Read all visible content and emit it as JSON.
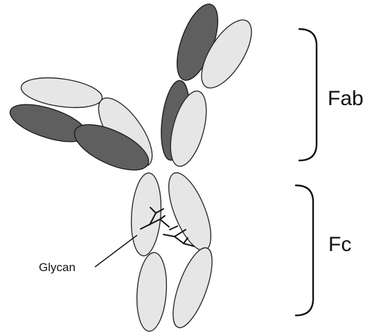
{
  "labels": {
    "fab": "Fab",
    "fc": "Fc",
    "glycan": "Glycan"
  },
  "colors": {
    "light_domain": "#e6e6e6",
    "dark_domain": "#5f5f5f",
    "outline": "#2a2a2a",
    "text": "#111111",
    "background": "#ffffff"
  }
}
